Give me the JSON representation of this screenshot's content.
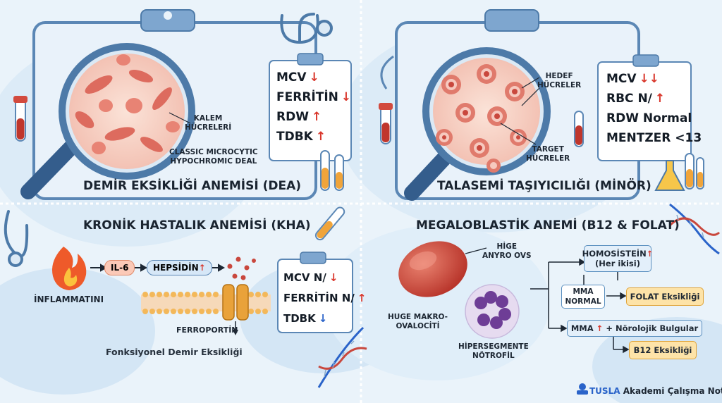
{
  "panels": {
    "dea": {
      "title": "DEMİR EKSİKLİĞİ ANEMİSİ (DEA)",
      "cell_label": "KALEM\nHÜCRELERİ",
      "note": "CLASSIC MICROCYTIC\nHYPOCHROMIC DEAL",
      "lab": [
        {
          "text": "MCV",
          "arrow": "↓"
        },
        {
          "text": "FERRİTİN",
          "arrow": "↓"
        },
        {
          "text": "RDW",
          "arrow": "↑"
        },
        {
          "text": "TDBK",
          "arrow": "↑"
        }
      ]
    },
    "talasemi": {
      "title": "TALASEMİ TAŞIYICILIĞI (MİNÖR)",
      "label_top": "HEDEF\nHÜCRELER",
      "label_bottom": "TARGET\nHÜCRELER",
      "lab": [
        {
          "text": "MCV",
          "arrow": "↓↓"
        },
        {
          "text": "RBC N/",
          "arrow": "↑"
        },
        {
          "text": "RDW Normal",
          "arrow": ""
        },
        {
          "text": "MENTZER <13",
          "arrow": ""
        }
      ]
    },
    "kha": {
      "title": "KRONİK HASTALIK ANEMİSİ (KHA)",
      "inflam": "İNFLAMMATINI",
      "il6": "IL-6",
      "hepsidin": "HEPSİDİN",
      "hepsidin_arrow": "↑",
      "ferroportin": "FERROPORTİN",
      "fonks": "Fonksiyonel Demir Eksikliği",
      "lab": [
        {
          "text": "MCV N/",
          "arrow": "↓"
        },
        {
          "text": "FERRİTİN N/",
          "arrow": "↑"
        },
        {
          "text": "TDBK",
          "arrow": "↓"
        }
      ]
    },
    "mega": {
      "title": "MEGALOBLASTİK ANEMİ (B12 & FOLAT)",
      "hige": "HİGE\nANYRO OVS",
      "huge": "HUGE MAKRO-\nOVALOCİTİ",
      "notrofil": "HİPERSEGMENTE\nNÖTROFİL",
      "homosistein": "HOMOSİSTEİN",
      "homosistein_arrow": "↑",
      "her_ikisi": "(Her ikisi)",
      "mma_normal_1": "MMA",
      "mma_normal_2": "NORMAL",
      "folat": "FOLAT Eksikliği",
      "mma_up": "MMA",
      "mma_up_arrow": "↑",
      "mma_up_rest": "+ Nörolojik Bulgular",
      "b12": "B12 Eksikliği"
    }
  },
  "footer": {
    "brand": "TUSLA",
    "text": "Akademi Çalışma Notları"
  },
  "colors": {
    "arrow_up": "#d9362b",
    "arrow_down_blue": "#2a63c9",
    "panel_bg": "#eaf3fa",
    "frame": "#5b87b5"
  }
}
